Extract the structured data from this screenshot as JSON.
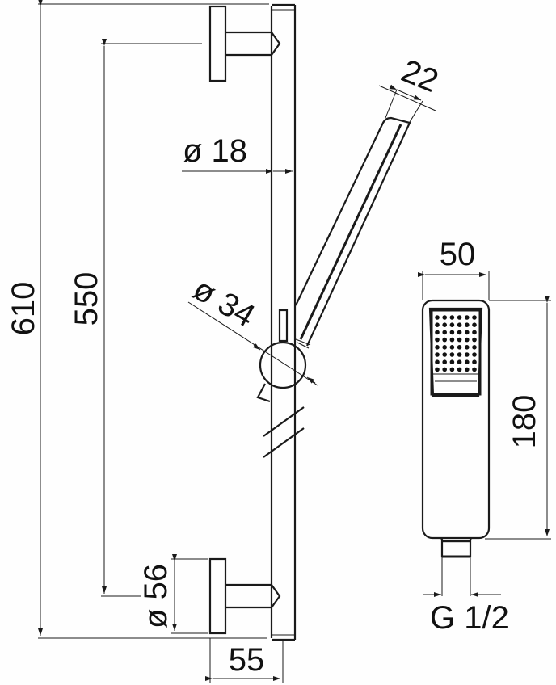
{
  "drawing": {
    "title": "Shower slide rail with hand shower - technical dimensions",
    "units": "mm",
    "stroke_color": "#1a1a1a",
    "background": "#fefefe"
  },
  "dimensions": {
    "total_height": "610",
    "bracket_spacing": "550",
    "rail_diameter": "ø 18",
    "slider_diameter": "ø 34",
    "handshower_width": "22",
    "wall_flange_diameter": "ø 56",
    "wall_projection": "55",
    "head_width": "50",
    "head_length": "180",
    "connection_thread": "G 1/2"
  },
  "handshower_front": {
    "nozzle_columns": 6,
    "nozzle_rows": 8
  }
}
